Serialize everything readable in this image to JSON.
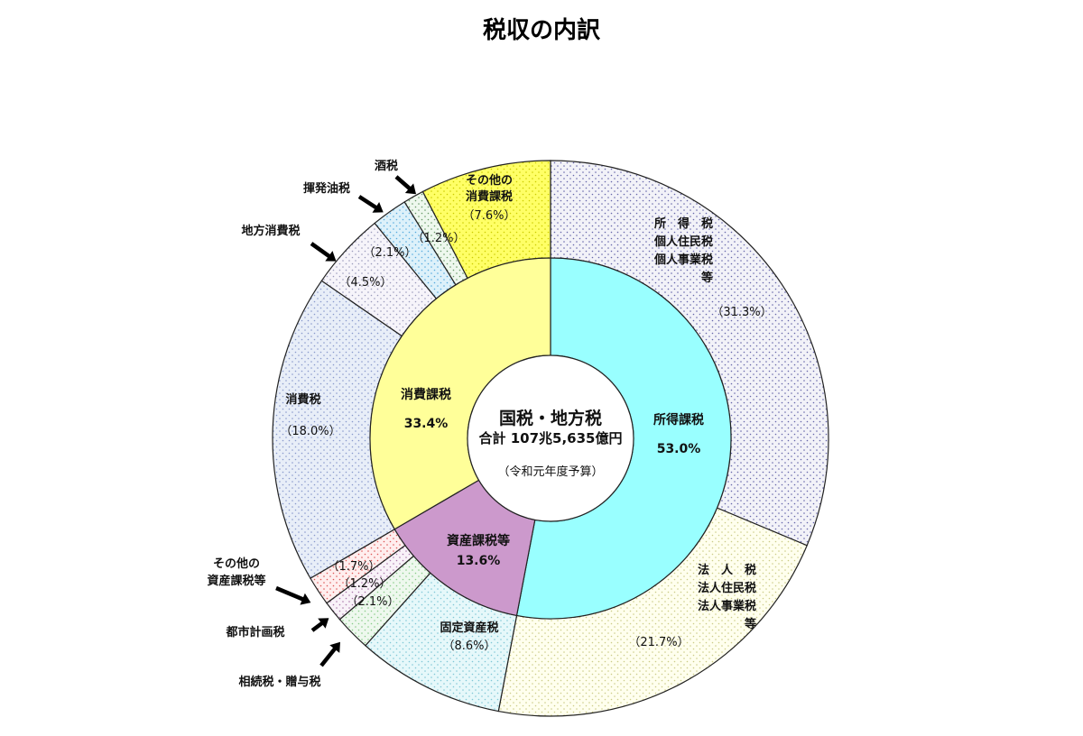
{
  "chart_data": {
    "type": "pie",
    "title": "税収の内訳",
    "center": {
      "line1": "国税・地方税",
      "line2": "合計 107兆5,635億円",
      "line3": "（令和元年度予算）"
    },
    "inner_ring": [
      {
        "name": "所得課税",
        "value": 53.0,
        "label": "53.0%",
        "color": "#99FFFF"
      },
      {
        "name": "資産課税等",
        "value": 13.6,
        "label": "13.6%",
        "color": "#CC99CC"
      },
      {
        "name": "消費課税",
        "value": 33.4,
        "label": "33.4%",
        "color": "#FFFF99"
      }
    ],
    "outer_ring": [
      {
        "name_lines": [
          "所　得　税",
          "個人住民税",
          "個人事業税",
          "等"
        ],
        "value": 31.3,
        "label": "（31.3%）",
        "color": "#F2F2F8",
        "dot": "#6666AA"
      },
      {
        "name_lines": [
          "法　人　税",
          "法人住民税",
          "法人事業税",
          "等"
        ],
        "value": 21.7,
        "label": "（21.7%）",
        "color": "#FFFFEE",
        "dot": "#CCCC88"
      },
      {
        "name_lines": [
          "固定資産税"
        ],
        "value": 8.6,
        "label": "（8.6%）",
        "color": "#E6F8FA",
        "dot": "#7FC7D6"
      },
      {
        "name_lines": [
          "相続税・贈与税"
        ],
        "value": 2.1,
        "label": "（2.1%）",
        "color": "#EEF8EE",
        "dot": "#88CC88"
      },
      {
        "name_lines": [
          "都市計画税"
        ],
        "value": 1.2,
        "label": "（1.2%）",
        "color": "#F8F2F8",
        "dot": "#AA77AA"
      },
      {
        "name_lines": [
          "その他の",
          "資産課税等"
        ],
        "value": 1.7,
        "label": "（1.7%）",
        "color": "#FFEEEE",
        "dot": "#DD5555"
      },
      {
        "name_lines": [
          "消費税"
        ],
        "value": 18.0,
        "label": "（18.0%）",
        "color": "#E8EEF8",
        "dot": "#8899CC"
      },
      {
        "name_lines": [
          "地方消費税"
        ],
        "value": 4.5,
        "label": "（4.5%）",
        "color": "#F6F4FA",
        "dot": "#9999BB"
      },
      {
        "name_lines": [
          "揮発油税"
        ],
        "value": 2.1,
        "label": "（2.1%）",
        "color": "#DDF1FA",
        "dot": "#55AADD"
      },
      {
        "name_lines": [
          "酒税"
        ],
        "value": 1.2,
        "label": "（1.2%）",
        "color": "#EEF8EE",
        "dot": "#669966"
      },
      {
        "name_lines": [
          "その他の",
          "消費課税"
        ],
        "value": 7.6,
        "label": "（7.6%）",
        "color": "#FFFF66",
        "dot": "#CCCC00"
      }
    ]
  }
}
